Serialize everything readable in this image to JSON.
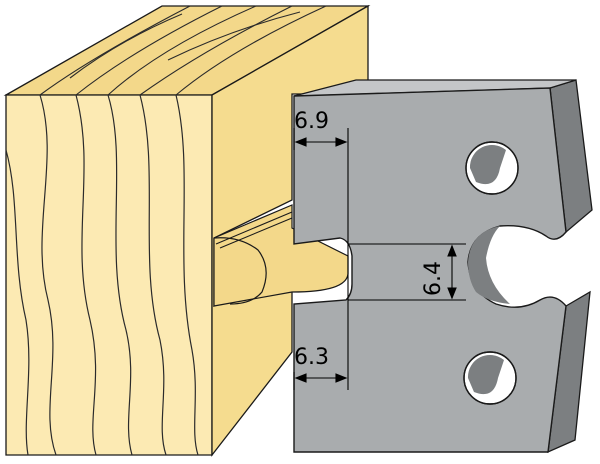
{
  "dimensions": {
    "top_offset": "6.9",
    "slot_height": "6.4",
    "bottom_offset": "6.3"
  },
  "colors": {
    "wood_face": "#FCEAB3",
    "wood_top": "#F3D88A",
    "wood_side": "#F5DC8F",
    "wood_grain": "#2b2b2b",
    "blade_face": "#A9ACAE",
    "blade_side": "#7C7F81",
    "blade_top": "#C4C6C8",
    "outline": "#1a1a1a",
    "dimension_line": "#000000"
  }
}
